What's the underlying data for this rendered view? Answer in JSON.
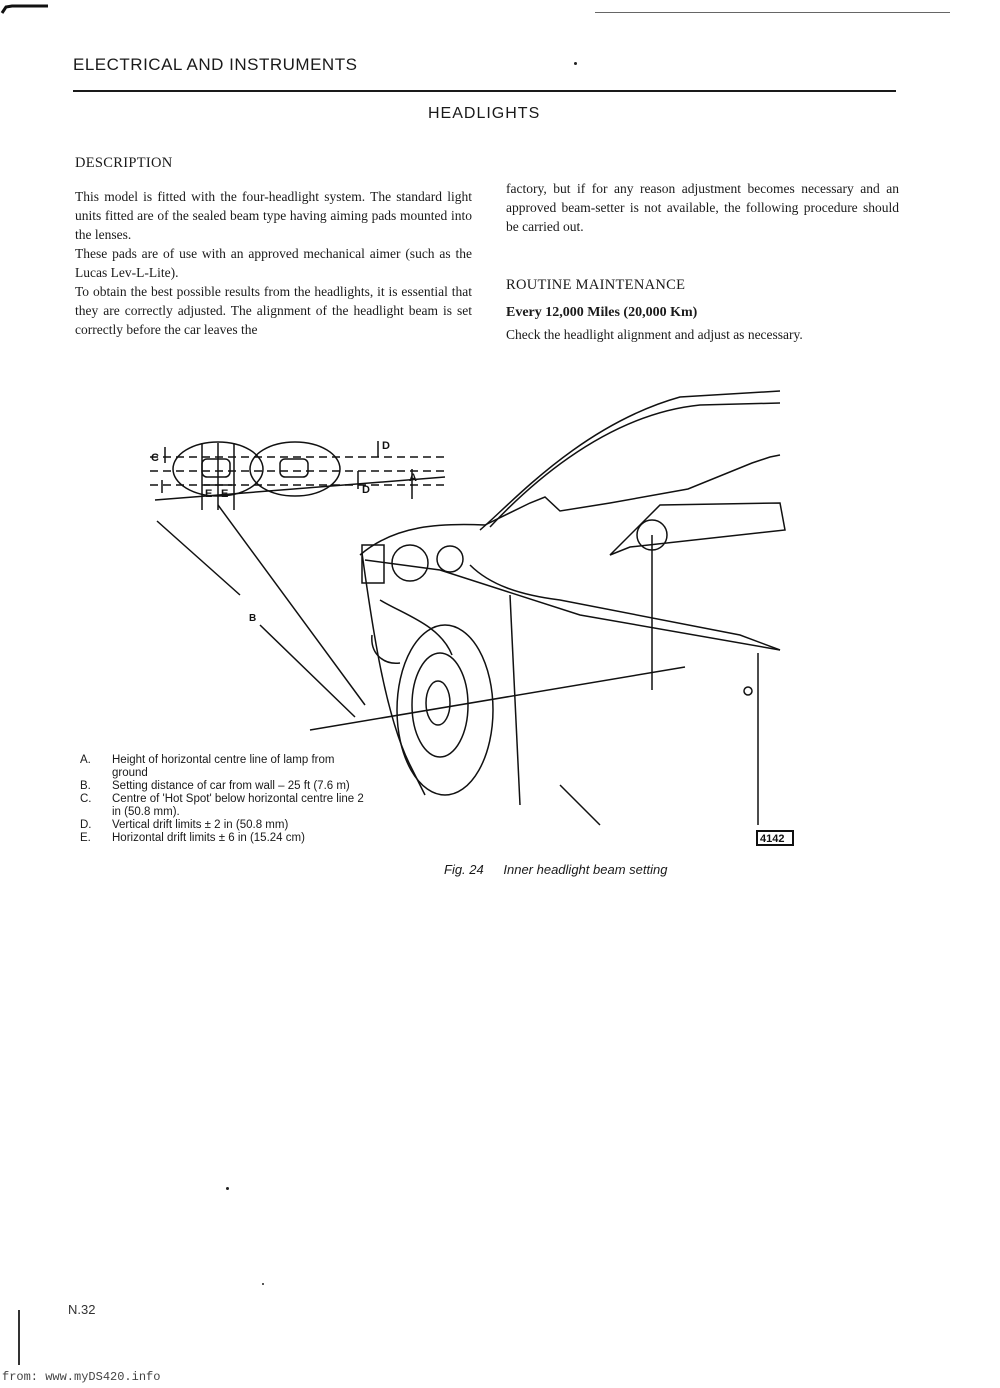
{
  "header": {
    "section": "ELECTRICAL AND INSTRUMENTS"
  },
  "title": "HEADLIGHTS",
  "description": {
    "heading": "DESCRIPTION",
    "paragraphs": [
      "This model is fitted with the four-headlight system. The standard light units fitted are of the sealed beam type having aiming pads mounted into the lenses.",
      "These pads are of use with an approved mechanical aimer (such as the Lucas Lev-L-Lite).",
      "To obtain the best possible results from the headlights, it is essential that they are correctly adjusted. The alignment of the headlight beam is set correctly before the car leaves the"
    ],
    "continuation": "factory, but if for any reason adjustment becomes necessary and an approved beam-setter is not available, the following procedure should be carried out."
  },
  "maintenance": {
    "heading": "ROUTINE MAINTENANCE",
    "interval": "Every 12,000 Miles (20,000 Km)",
    "text": "Check the headlight alignment and adjust as necessary."
  },
  "figure": {
    "labels": {
      "A": "A",
      "B": "B",
      "C": "C",
      "D": "D",
      "E": "E",
      "plate": "4142"
    },
    "legend": [
      {
        "key": "A.",
        "text": "Height of horizontal centre line of lamp from ground"
      },
      {
        "key": "B.",
        "text": "Setting distance of car from wall – 25 ft (7.6 m)"
      },
      {
        "key": "C.",
        "text": "Centre of 'Hot Spot' below horizontal centre line 2 in (50.8 mm)."
      },
      {
        "key": "D.",
        "text": "Vertical drift limits ± 2 in (50.8 mm)"
      },
      {
        "key": "E.",
        "text": "Horizontal drift limits ± 6 in (15.24 cm)"
      }
    ],
    "caption_number": "Fig. 24",
    "caption_text": "Inner headlight beam setting"
  },
  "page_number": "N.32",
  "footer": "from: www.myDS420.info"
}
